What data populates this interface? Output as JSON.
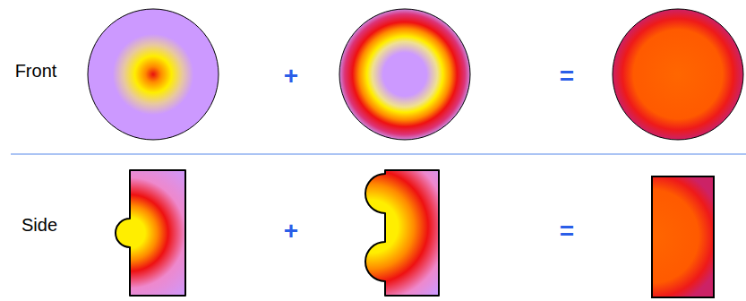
{
  "diagram": {
    "labels": [
      "Front",
      "+",
      "=",
      "Side",
      "+",
      "="
    ]
  }
}
